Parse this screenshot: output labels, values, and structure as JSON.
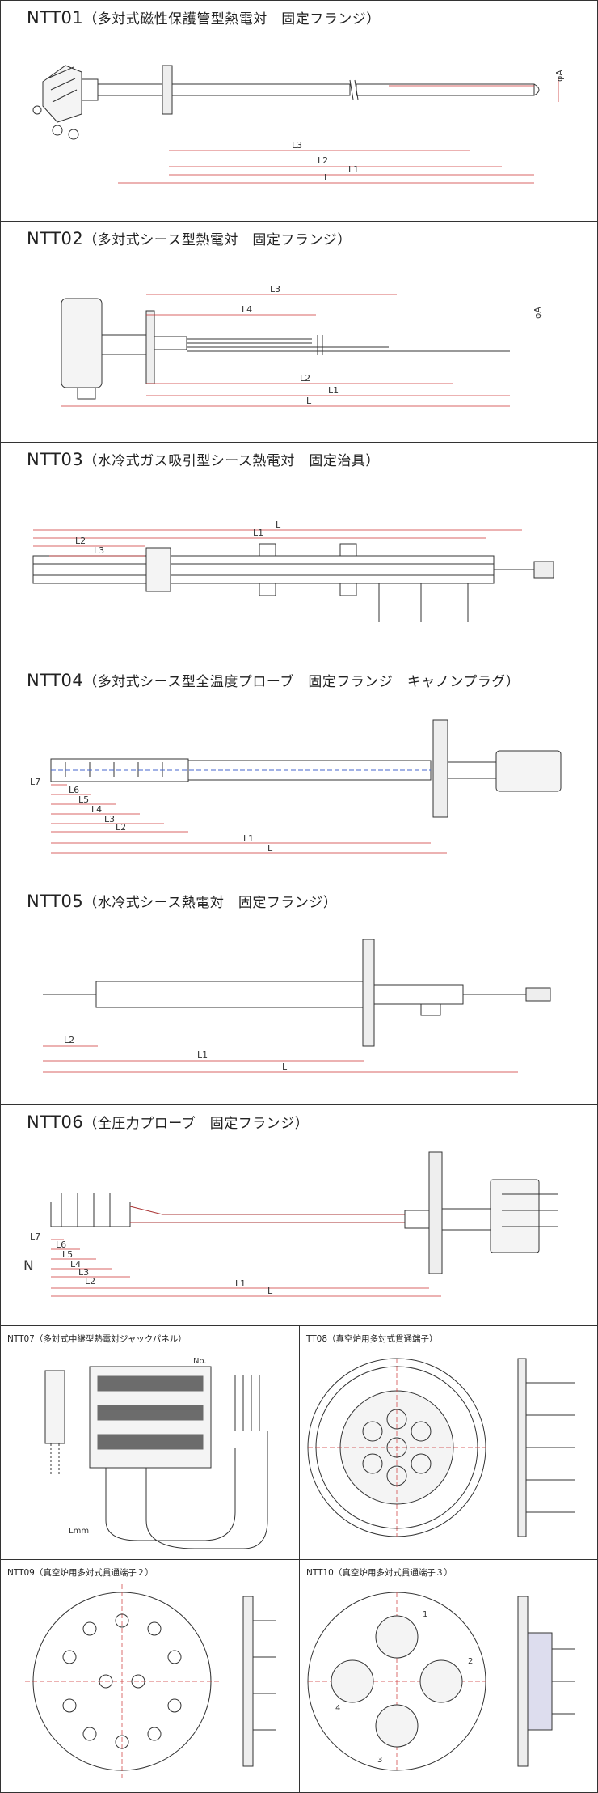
{
  "panels": [
    {
      "code": "NTT01",
      "desc": "（多対式磁性保護管型熱電対　固定フランジ）",
      "dims": [
        "L3",
        "L2",
        "L1",
        "L",
        "φA"
      ]
    },
    {
      "code": "NTT02",
      "desc": "（多対式シース型熱電対　固定フランジ）",
      "dims": [
        "L3",
        "L4",
        "L2",
        "L1",
        "L",
        "φA"
      ]
    },
    {
      "code": "NTT03",
      "desc": "（水冷式ガス吸引型シース熱電対　固定治具）",
      "dims": [
        "L",
        "L1",
        "L2",
        "L3"
      ]
    },
    {
      "code": "NTT04",
      "desc": "（多対式シース型全温度プローブ　固定フランジ　キャノンプラグ）",
      "dims": [
        "L7",
        "L6",
        "L5",
        "L4",
        "L3",
        "L2",
        "L1",
        "L"
      ]
    },
    {
      "code": "NTT05",
      "desc": "（水冷式シース熱電対　固定フランジ）",
      "dims": [
        "L2",
        "L1",
        "L"
      ]
    },
    {
      "code": "NTT06",
      "desc": "（全圧力プローブ　固定フランジ）",
      "dims": [
        "L7",
        "L6",
        "L5",
        "L4",
        "L3",
        "L2",
        "L1",
        "L"
      ],
      "side_label": "N"
    },
    {
      "code": "NTT07",
      "desc": "（多対式中継型熱電対ジャックパネル）",
      "labels": [
        "No.",
        "Lmm"
      ]
    },
    {
      "code": "TT08",
      "desc": "（真空炉用多対式貫通端子）"
    },
    {
      "code": "NTT09",
      "desc": "（真空炉用多対式貫通端子２）"
    },
    {
      "code": "NTT10",
      "desc": "（真空炉用多対式貫通端子３）",
      "labels": [
        "1",
        "2",
        "3",
        "4"
      ]
    }
  ]
}
